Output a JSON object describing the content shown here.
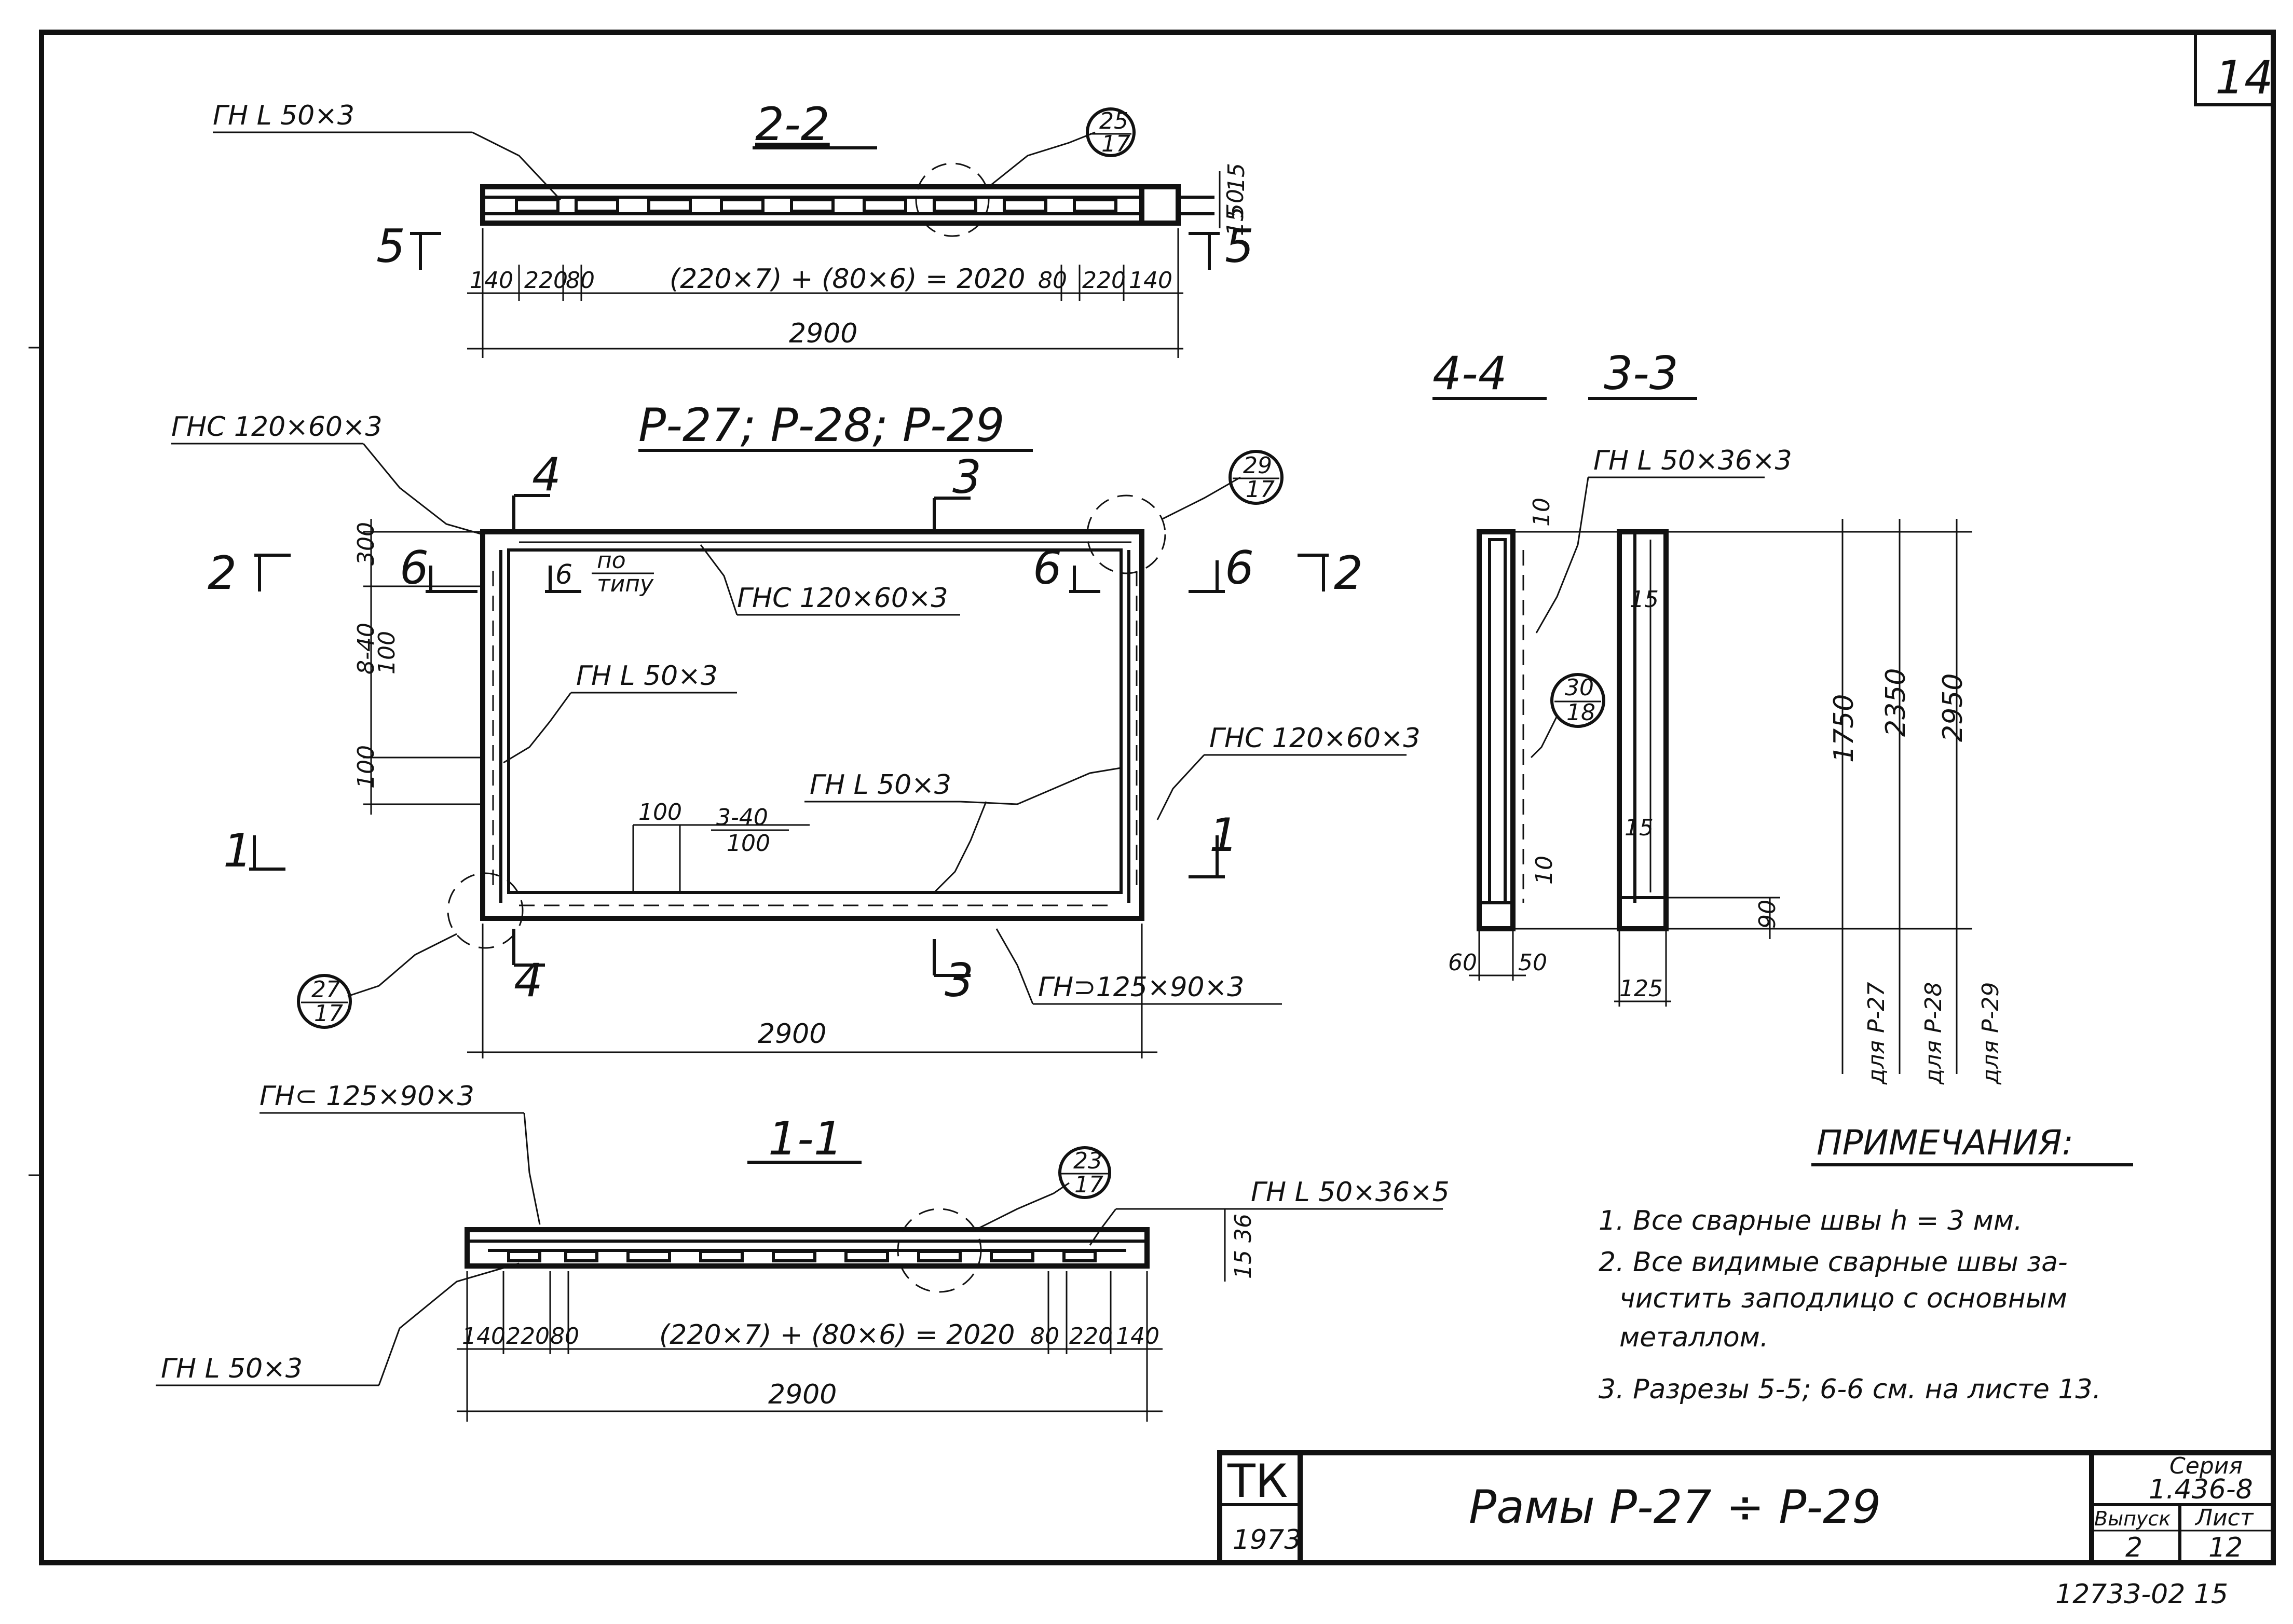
{
  "sheet_number": "14",
  "section_2_2": {
    "title": "2-2",
    "callout_label": "ГН L 50×3",
    "bubble_top": "25",
    "bubble_bottom": "17",
    "cut_left": "5",
    "cut_right": "5",
    "dims": [
      "140",
      "220",
      "80",
      "(220×7) + (80×6) = 2020",
      "80",
      "220",
      "140"
    ],
    "overall": "2900",
    "side_dims": [
      "15",
      "50",
      "15"
    ]
  },
  "plan": {
    "title": "Р-27; Р-28; Р-29",
    "top_left_label": "ГНС 120×60×3",
    "top_beam_label": "ГНС 120×60×3",
    "left_inner_label": "ГН L 50×3",
    "bottom_inner_label": "ГН L 50×3",
    "right_beam_label": "ГНС 120×60×3",
    "bottom_beam_label": "ГН⊃125×90×3",
    "po_tipu_top": "по",
    "po_tipu_bottom": "типу",
    "cut_4_top": "4",
    "cut_4_bottom": "4",
    "cut_3_top": "3",
    "cut_3_bottom": "3",
    "cut_2_left": "2",
    "cut_2_right": "2",
    "cut_1_left": "1",
    "cut_1_right": "1",
    "cut_6": [
      "6",
      "6",
      "6",
      "6"
    ],
    "bubble_a_top": "29",
    "bubble_a_bottom": "17",
    "bubble_b_top": "27",
    "bubble_b_bottom": "17",
    "left_dims": [
      "300",
      "8-40",
      "100",
      "100"
    ],
    "bottom_pitch_a": "100",
    "bottom_pitch_b": "3-40",
    "bottom_pitch_c": "100",
    "overall": "2900"
  },
  "sections_4_3": {
    "title_a": "4-4",
    "title_b": "3-3",
    "label": "ГН L 50×36×3",
    "bubble_top": "30",
    "bubble_bottom": "18",
    "small_dims": [
      "10",
      "15",
      "15",
      "10",
      "90"
    ],
    "bottom_dims": [
      "60",
      "50",
      "125"
    ],
    "heights": [
      "1750",
      "2350",
      "2950"
    ],
    "for_frames": [
      "для Р-27",
      "для Р-28",
      "для Р-29"
    ]
  },
  "section_1_1": {
    "title": "1-1",
    "top_label": "ГН⊂ 125×90×3",
    "right_label": "ГН L 50×36×5",
    "left_label": "ГН L 50×3",
    "bubble_top": "23",
    "bubble_bottom": "17",
    "dims": [
      "140",
      "220",
      "80",
      "(220×7) + (80×6) = 2020",
      "80",
      "220",
      "140"
    ],
    "overall": "2900",
    "side_dims": [
      "36",
      "15"
    ]
  },
  "notes": {
    "heading": "ПРИМЕЧАНИЯ:",
    "items": [
      "1. Все сварные швы h = 3 мм.",
      "2. Все видимые сварные швы за-",
      "чистить заподлицо с основным",
      "металлом.",
      "3. Разрезы 5-5; 6-6 см. на листе 13."
    ]
  },
  "title_block": {
    "org": "ТК",
    "year": "1973",
    "title": "Рамы   Р-27 ÷ Р-29",
    "series_label": "Серия",
    "series_value": "1.436-8",
    "issue_label": "Выпуск",
    "issue_value": "2",
    "sheet_label": "Лист",
    "sheet_value": "12"
  },
  "footer_code": "12733-02  15"
}
